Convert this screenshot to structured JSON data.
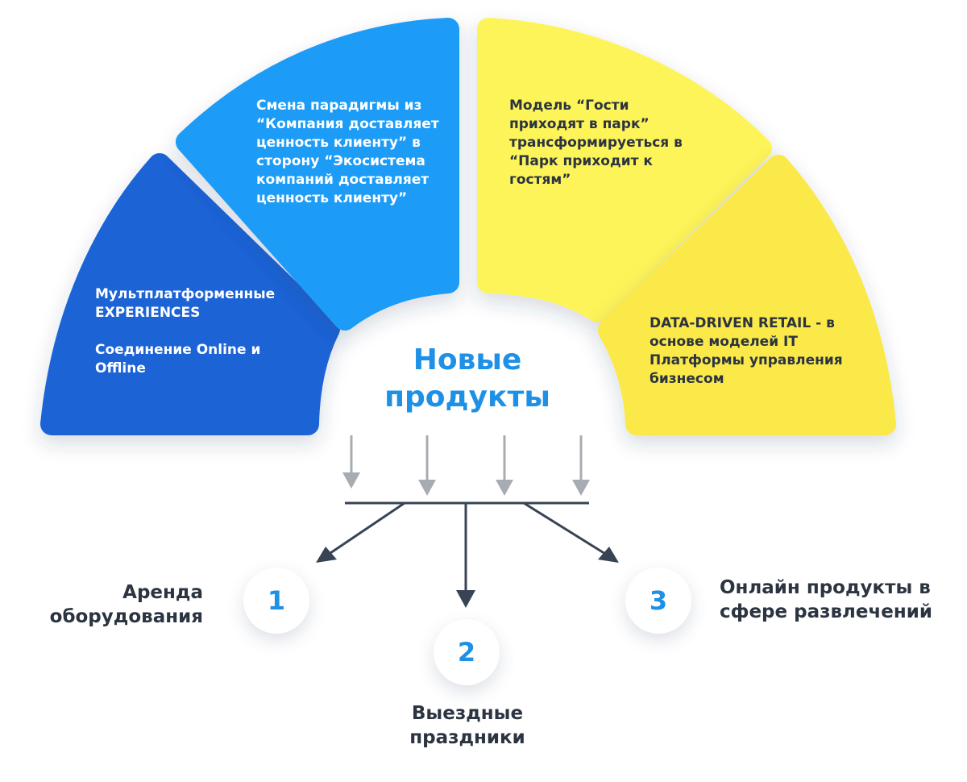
{
  "segments": [
    {
      "text": "Мультплатформенные\nEXPERIENCES\n\nСоединение Online и\nOffline",
      "color": "#1b63d6"
    },
    {
      "text": "Смена парадигмы из\n“Компания доставляет\nценность клиенту” в\nсторону “Экосистема\nкомпаний доставляет\nценность клиенту”",
      "color": "#1e9cf7"
    },
    {
      "text": "Модель “Гости\nприходят в парк”\nтрансформируеться в\n“Парк приходит к\nгостям”",
      "color": "#fdf45a"
    },
    {
      "text": "DATA-DRIVEN RETAIL - в\nоснове моделей IT\nПлатформы управления\nбизнесом",
      "color": "#fbe84a"
    }
  ],
  "center": {
    "title": "Новые\nпродукты"
  },
  "outputs": [
    {
      "number": "1",
      "label": "Аренда\nоборудования"
    },
    {
      "number": "2",
      "label": "Выездные\nпраздники"
    },
    {
      "number": "3",
      "label": "Онлайн продукты в\nсфере развлечений"
    }
  ],
  "colors": {
    "accent": "#1e90e6",
    "text_dark": "#2b3440",
    "input_arrow": "#a7acb3",
    "output_arrow": "#384454"
  }
}
